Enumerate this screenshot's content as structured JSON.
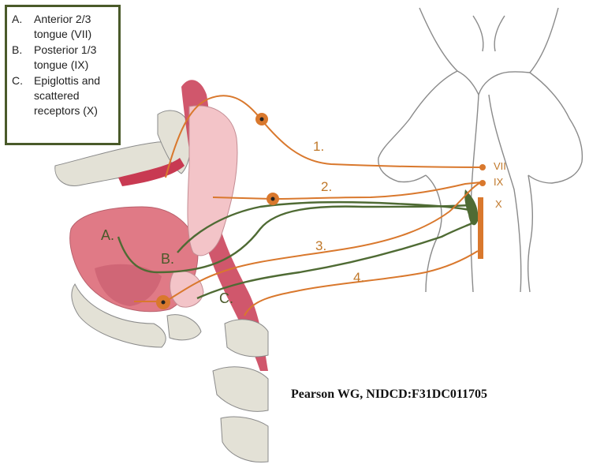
{
  "legend": {
    "items": [
      {
        "letter": "A.",
        "text": "Anterior 2/3\ntongue (VII)"
      },
      {
        "letter": "B.",
        "text": "Posterior 1/3\ntongue (IX)"
      },
      {
        "letter": "C.",
        "text": "Epiglottis and\nscattered\nreceptors (X)"
      }
    ]
  },
  "regions": {
    "a": "A.",
    "b": "B.",
    "c": "C."
  },
  "nerves": {
    "n1": "1.",
    "n2": "2.",
    "n3": "3.",
    "n4": "4."
  },
  "nuclei": {
    "vii": "VII",
    "ix": "IX",
    "x": "X"
  },
  "credit": "Pearson WG, NIDCD:F31DC011705",
  "colors": {
    "nerve_orange": "#d9782d",
    "gustatory_green": "#4f6b34",
    "tissue_pink": "#e07a86",
    "muscle_red": "#c83a52",
    "bone": "#e3e1d6",
    "outline": "#8a8a8a"
  }
}
